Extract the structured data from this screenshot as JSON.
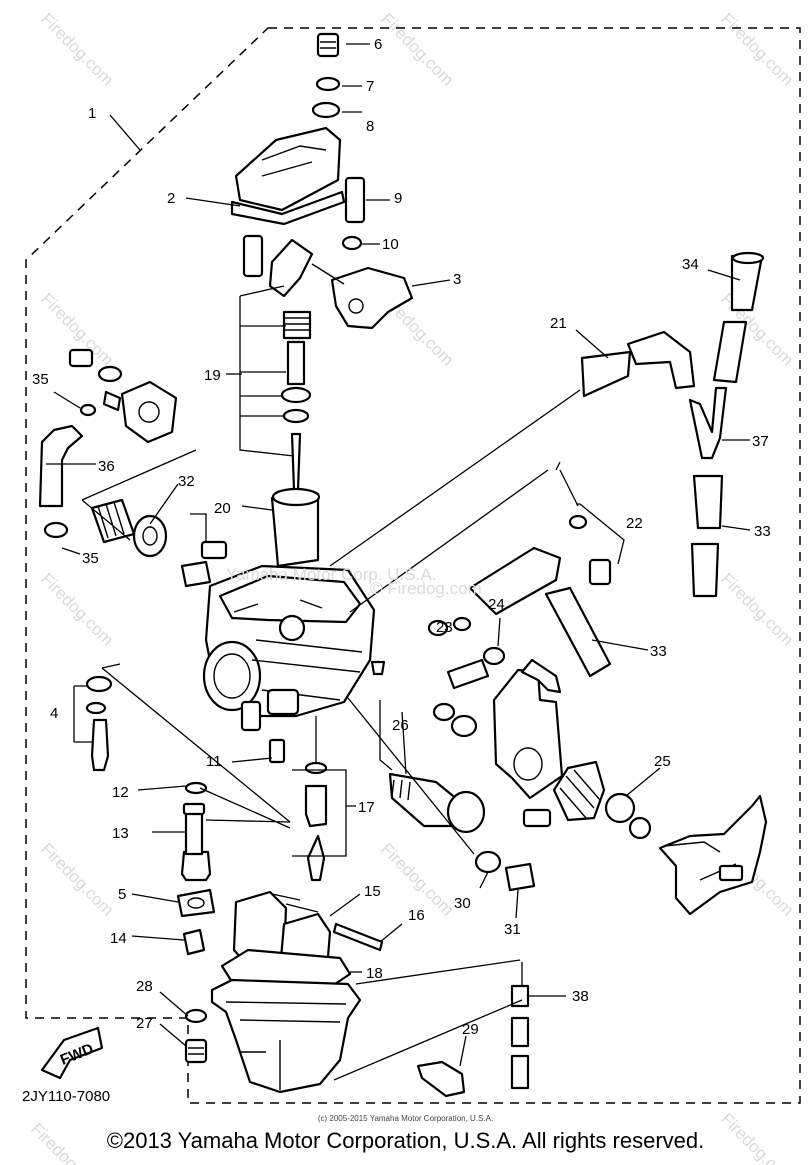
{
  "diagram": {
    "code": "2JY110-7080",
    "fwd_label": "FWD",
    "callouts": [
      "1",
      "2",
      "3",
      "4",
      "5",
      "6",
      "7",
      "8",
      "9",
      "10",
      "11",
      "12",
      "13",
      "14",
      "15",
      "16",
      "17",
      "18",
      "19",
      "20",
      "21",
      "22",
      "23",
      "24",
      "25",
      "26",
      "27",
      "28",
      "29",
      "30",
      "31",
      "32",
      "33",
      "33",
      "34",
      "35",
      "35",
      "36",
      "37",
      "38"
    ],
    "watermark": "Firedog.com",
    "center_watermark": "© Firedog.com",
    "center_overlay": "Yamaha Motor Corp. U.S.A."
  },
  "footer": {
    "small_copyright": "(c) 2005-2015 Yamaha Motor Corporation, U.S.A.",
    "copyright": "©2013 Yamaha Motor Corporation, U.S.A. All rights reserved."
  },
  "colors": {
    "line": "#000000",
    "background": "#ffffff",
    "watermark": "#d9d9d9"
  }
}
